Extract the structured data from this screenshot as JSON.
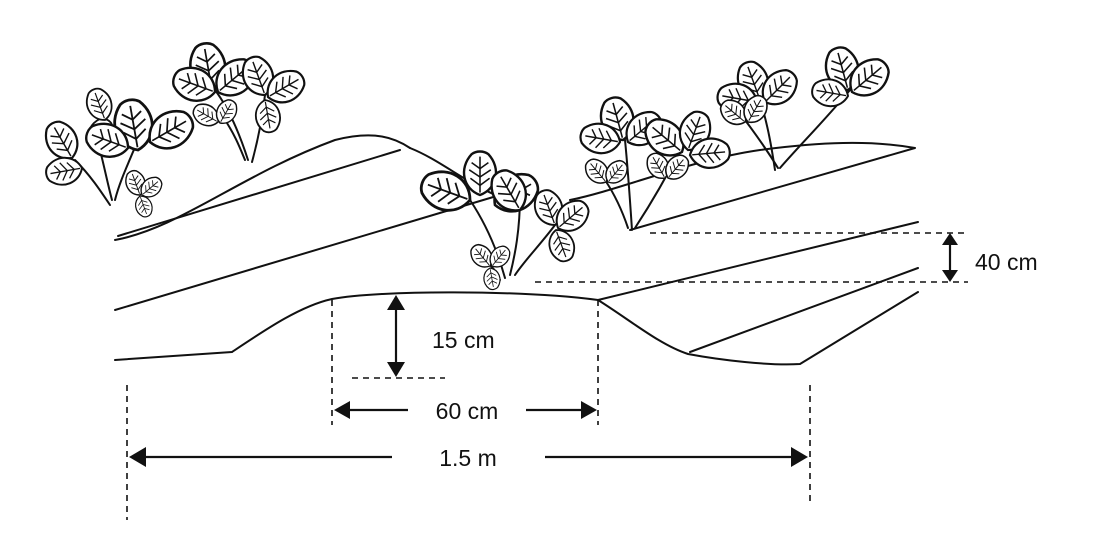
{
  "diagram": {
    "labels": {
      "bed_height": "40 cm",
      "furrow_depth": "15 cm",
      "bed_top_width": "60 cm",
      "row_spacing": "1.5 m"
    },
    "colors": {
      "line": "#111111",
      "background": "#ffffff"
    }
  }
}
